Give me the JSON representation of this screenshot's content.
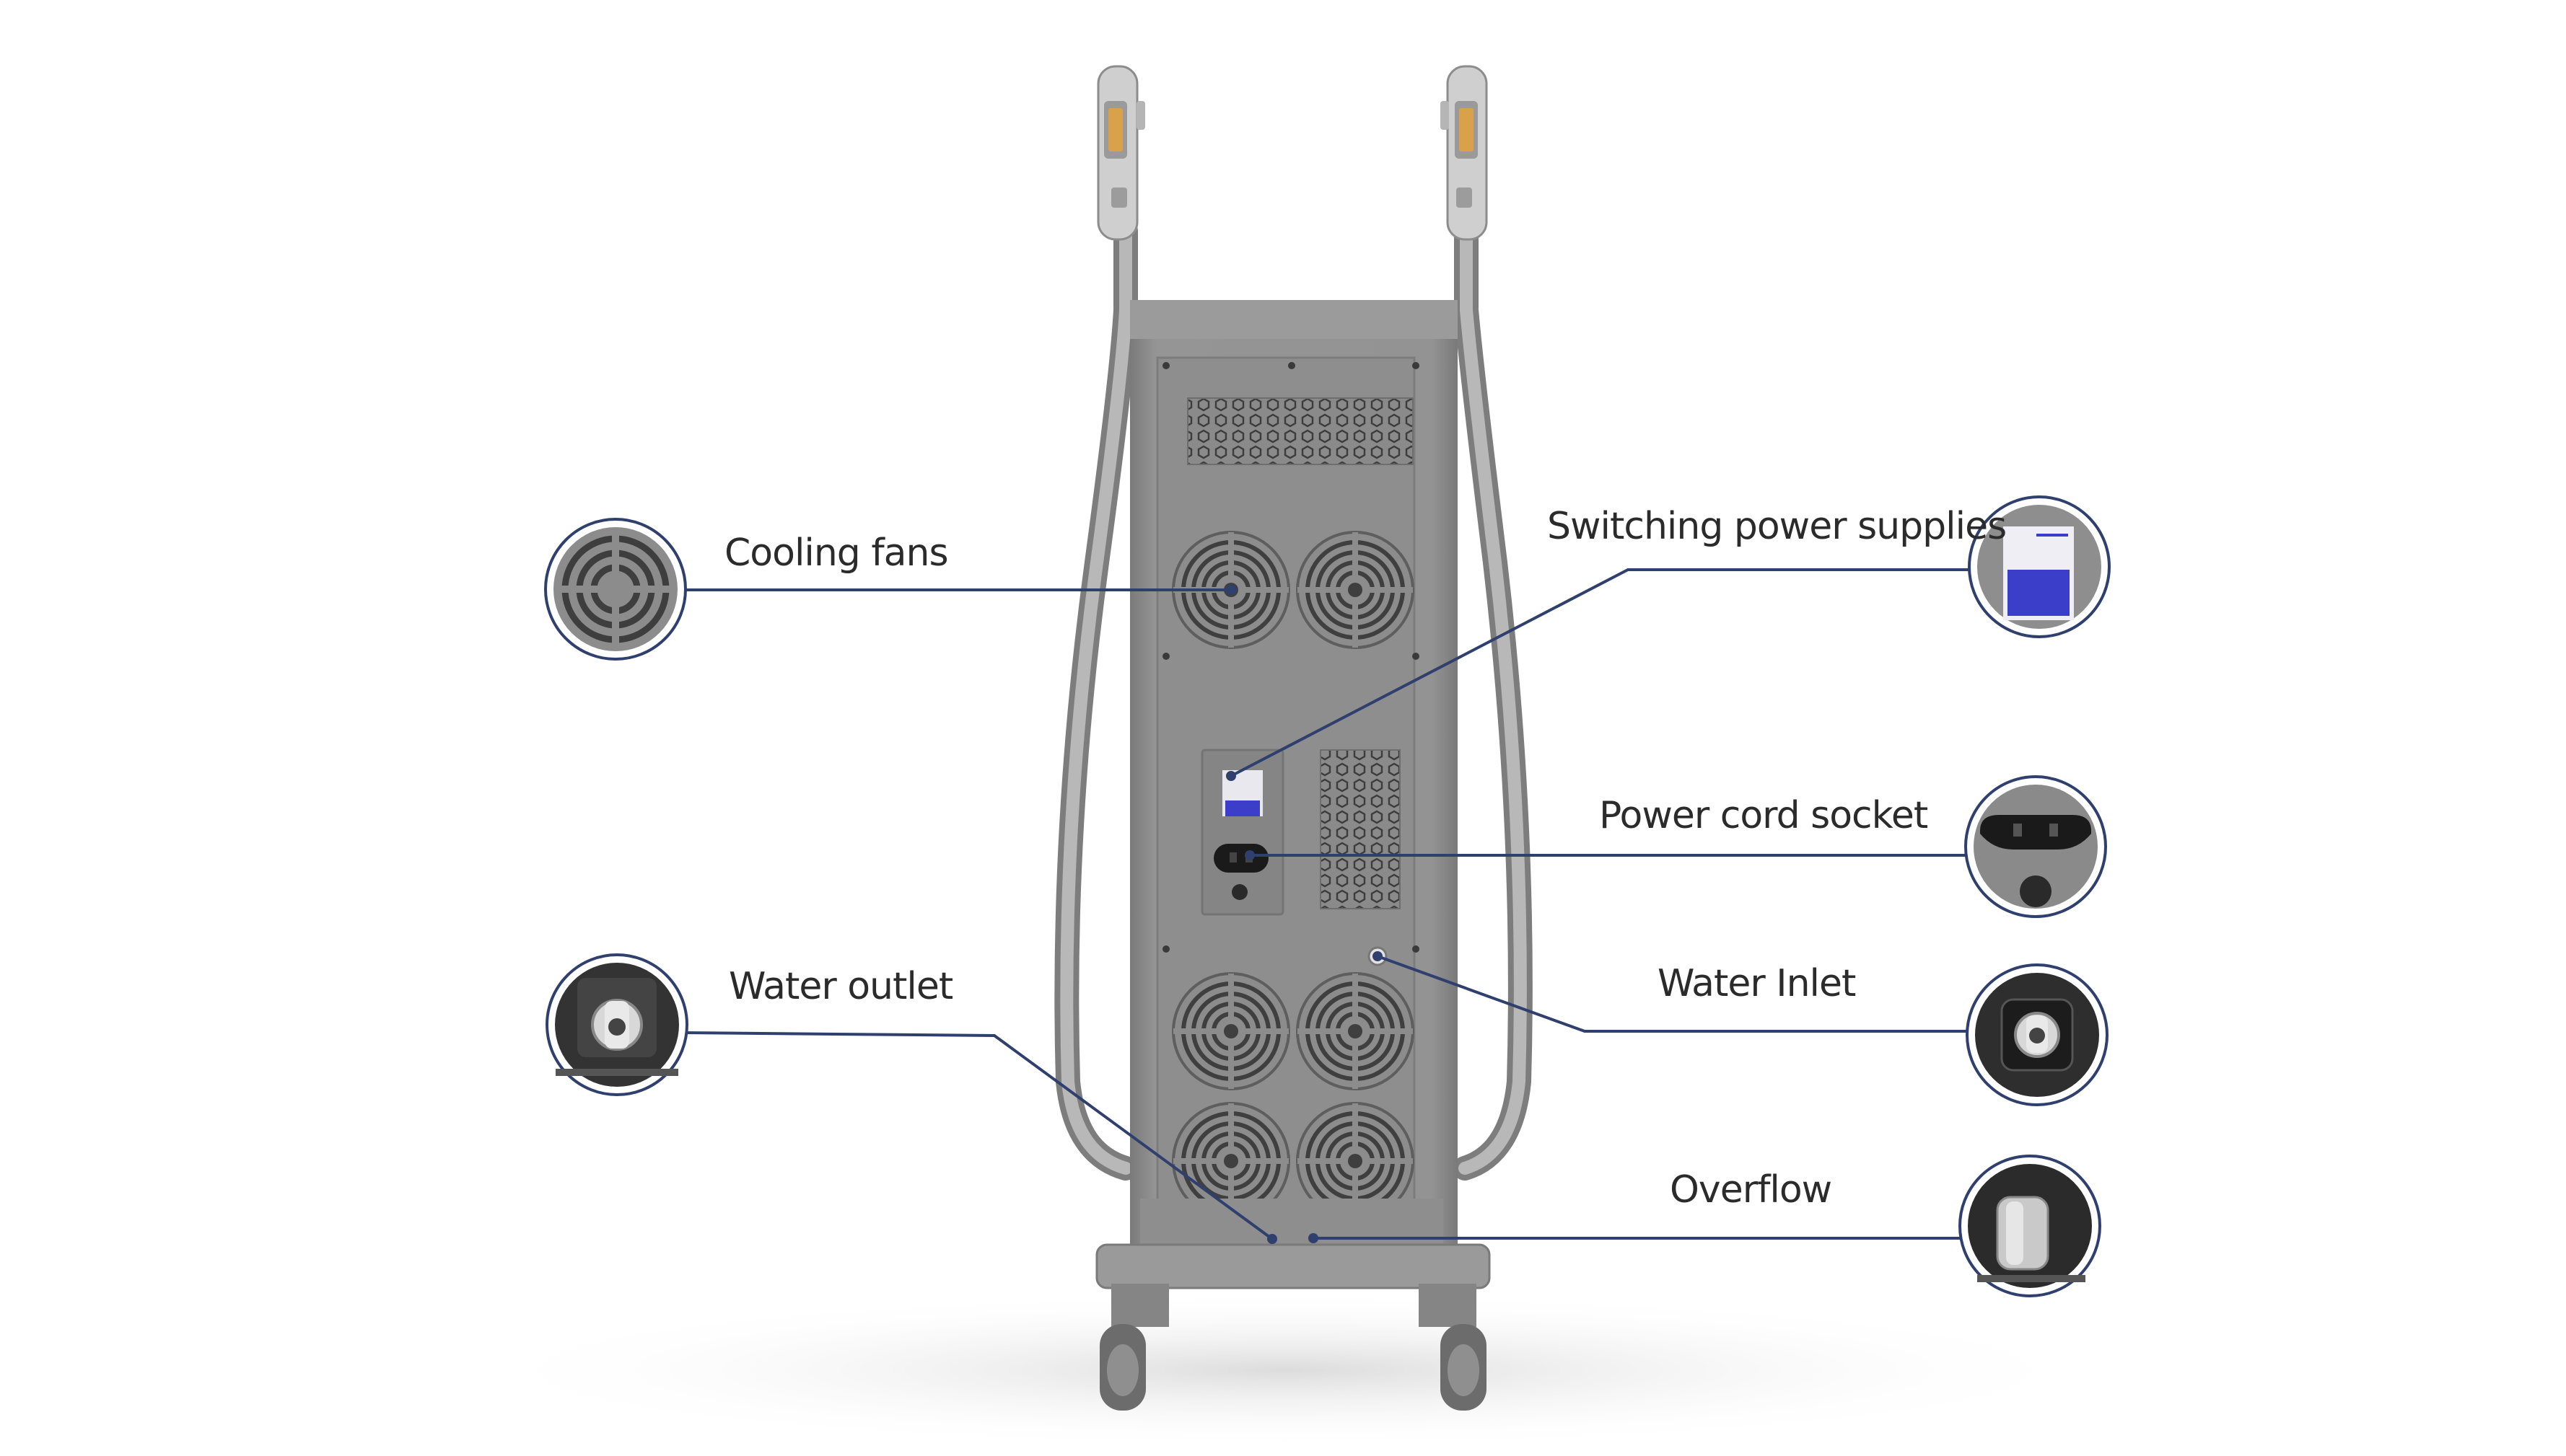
{
  "labels": {
    "cooling_fans": "Cooling fans",
    "switching_power_supplies": "Switching power supplies",
    "power_cord_socket": "Power cord socket",
    "water_outlet": "Water outlet",
    "water_inlet": "Water Inlet",
    "overflow": "Overflow"
  },
  "colors": {
    "callout_line": "#2f3f6e",
    "cabinet": "#8e8e8e",
    "cabinet_dark": "#7c7c7c",
    "cabinet_light": "#a5a5a5",
    "handpiece": "#c9c9c9",
    "accent_orange": "#d9a24a",
    "psu_blue": "#3a3ec8",
    "label_text": "#2b2b2b"
  },
  "icons": {
    "cooling_fans": "fan-grille-icon",
    "switching_power_supplies": "power-supply-icon",
    "power_cord_socket": "power-socket-icon",
    "water_outlet": "water-connector-icon",
    "water_inlet": "water-connector-icon",
    "overflow": "overflow-connector-icon"
  }
}
